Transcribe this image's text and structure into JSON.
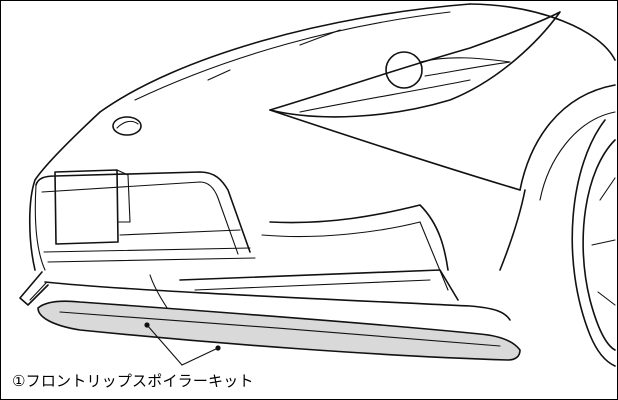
{
  "caption": {
    "text": "①フロントリップスポイラーキット"
  },
  "colors": {
    "line": "#111111",
    "spoiler_fill": "#d9d9d9",
    "background": "#ffffff",
    "frame": "#000000"
  },
  "illustration": {
    "subject": "car front bumper line drawing",
    "highlighted_part": "front-lip-spoiler"
  }
}
